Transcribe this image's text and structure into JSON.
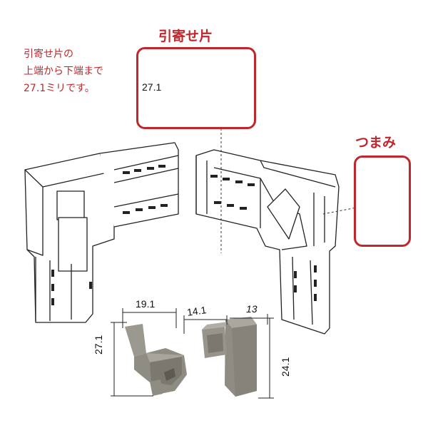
{
  "labels": {
    "pull_piece_title": "引寄せ片",
    "knob_title": "つまみ",
    "note_lines": [
      "引寄せ片の",
      "上端から下端まで",
      "27.1ミリです。"
    ]
  },
  "dimensions": {
    "callout_height": "27.1",
    "pull_width": "19.1",
    "pull_height": "27.1",
    "knob_depth": "14.1",
    "knob_width": "13",
    "knob_height": "24.1"
  },
  "colors": {
    "accent": "#c0272d",
    "part_gray": "#8e8c83"
  }
}
